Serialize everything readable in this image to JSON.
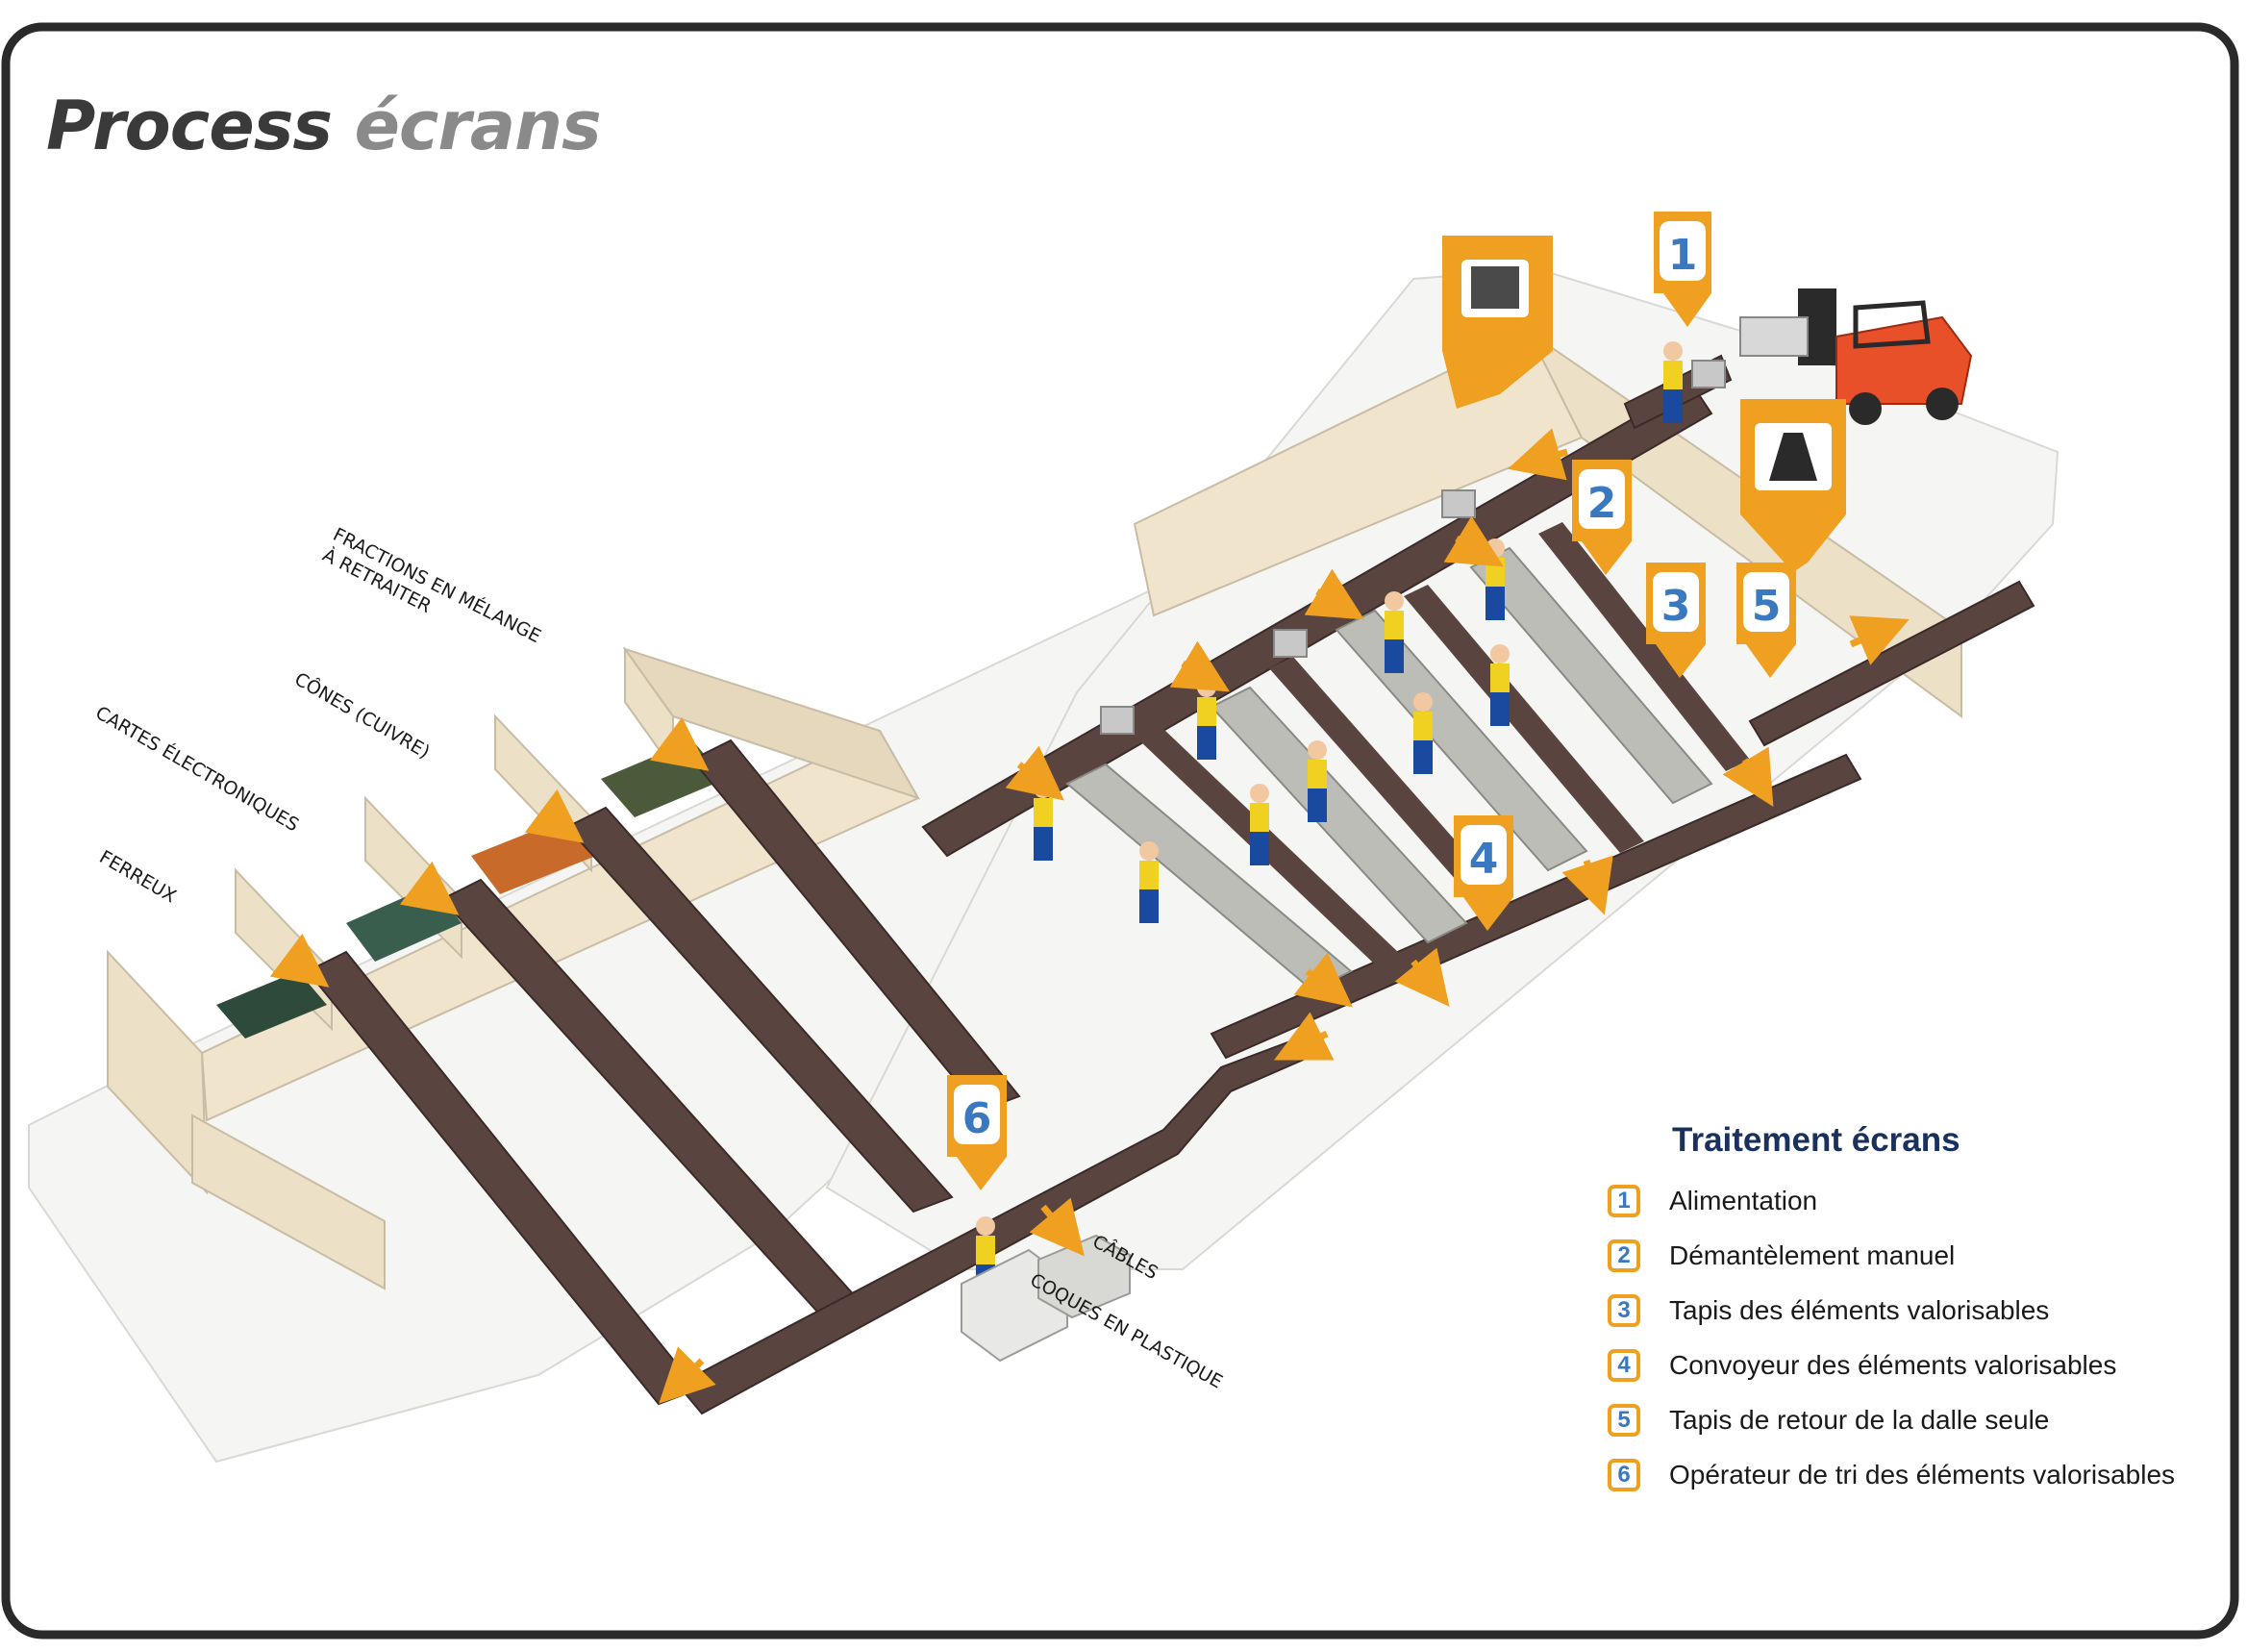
{
  "title": {
    "word1": "Process",
    "word2": "écrans"
  },
  "bin_labels": [
    {
      "line1": "FRACTIONS EN MÉLANGE",
      "line2": "À RETRAITER"
    },
    {
      "line1": "CÔNES (CUIVRE)",
      "line2": ""
    },
    {
      "line1": "CARTES ÉLECTRONIQUES",
      "line2": ""
    },
    {
      "line1": "FERREUX",
      "line2": ""
    }
  ],
  "output_labels": [
    {
      "text": "CÂBLES"
    },
    {
      "text": "COQUES EN PLASTIQUE"
    }
  ],
  "step_markers": [
    "1",
    "2",
    "3",
    "4",
    "5",
    "6"
  ],
  "legend": {
    "title": "Traitement écrans",
    "items": [
      {
        "num": "1",
        "label": "Alimentation"
      },
      {
        "num": "2",
        "label": "Démantèlement manuel"
      },
      {
        "num": "3",
        "label": "Tapis des éléments valorisables"
      },
      {
        "num": "4",
        "label": "Convoyeur des éléments valorisables"
      },
      {
        "num": "5",
        "label": "Tapis de retour de la dalle seule"
      },
      {
        "num": "6",
        "label": "Opérateur de tri des éléments valorisables"
      }
    ]
  },
  "colors": {
    "accent_orange": "#f0a020",
    "marker_number": "#3a78c0",
    "belt_dark": "#5a4440",
    "wall_beige": "#f0e4cc",
    "floor": "#f5f5f3",
    "legend_title": "#1a3160",
    "forklift_red": "#e8502a"
  },
  "icons": [
    "crt-monitor-icon",
    "crt-cone-icon",
    "forklift-icon",
    "worker-icon",
    "arrow-icon"
  ]
}
